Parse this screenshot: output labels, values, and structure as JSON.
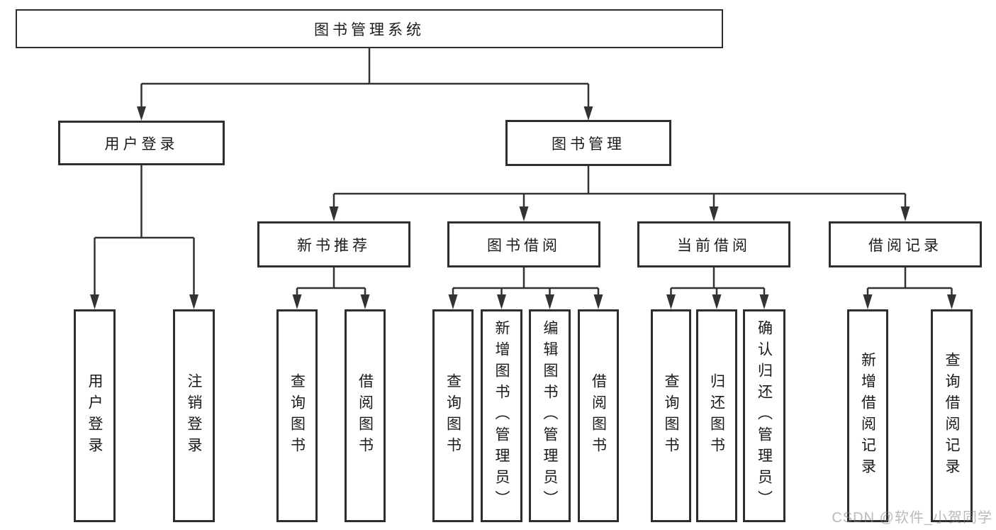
{
  "root": {
    "label": "图书管理系统"
  },
  "branches": [
    {
      "label": "用户登录",
      "children": [
        {
          "label": "用户登录"
        },
        {
          "label": "注销登录"
        }
      ]
    },
    {
      "label": "图书管理",
      "children": [
        {
          "label": "新书推荐",
          "children": [
            {
              "label": "查询图书"
            },
            {
              "label": "借阅图书"
            }
          ]
        },
        {
          "label": "图书借阅",
          "children": [
            {
              "label": "查询图书"
            },
            {
              "label": "新增图书（管理员）"
            },
            {
              "label": "编辑图书（管理员）"
            },
            {
              "label": "借阅图书"
            }
          ]
        },
        {
          "label": "当前借阅",
          "children": [
            {
              "label": "查询图书"
            },
            {
              "label": "归还图书"
            },
            {
              "label": "确认归还（管理员）"
            }
          ]
        },
        {
          "label": "借阅记录",
          "children": [
            {
              "label": "新增借阅记录"
            },
            {
              "label": "查询借阅记录"
            }
          ]
        }
      ]
    }
  ],
  "watermark": {
    "text": "CSDN @软件_小贺同学"
  },
  "colors": {
    "line": "#333333",
    "box_border": "#2e2e2e",
    "text": "#1a1a1a",
    "background": "#ffffff",
    "watermark": "#a0a0a0"
  }
}
